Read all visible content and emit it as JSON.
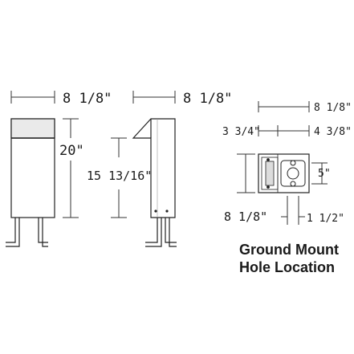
{
  "front_view": {
    "width": "8 1/8\"",
    "height": "20\""
  },
  "side_view": {
    "width": "8 1/8\"",
    "height": "15 13/16\""
  },
  "hole_layout": {
    "overall_width": "8 1/8\"",
    "left_offset": "3 3/4\"",
    "right_offset": "4 3/8\"",
    "vertical_spacing": "5\"",
    "height": "8 1/8\"",
    "slot_width": "1 1/2\""
  },
  "caption": {
    "line1": "Ground Mount",
    "line2": "Hole Location"
  }
}
